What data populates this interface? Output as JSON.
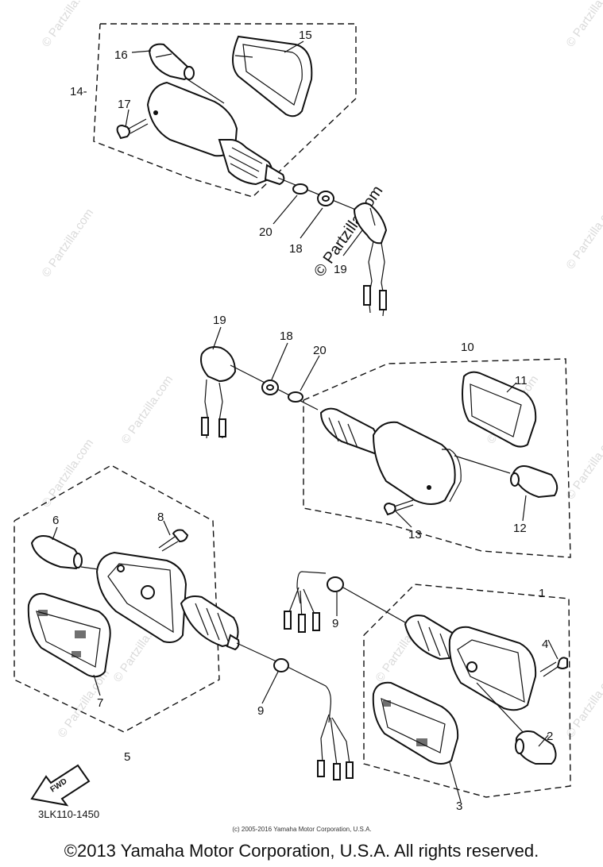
{
  "watermark": "© Partzilla.com",
  "callouts": {
    "c1": "1",
    "c2": "2",
    "c3": "3",
    "c4": "4",
    "c5": "5",
    "c6": "6",
    "c7": "7",
    "c8": "8",
    "c9a": "9",
    "c9b": "9",
    "c10": "10",
    "c11": "11",
    "c12": "12",
    "c13": "13",
    "c14": "14-",
    "c15": "15",
    "c16": "16",
    "c17": "17",
    "c18a": "18",
    "c18b": "18",
    "c19a": "19",
    "c19b": "19",
    "c20a": "20",
    "c20b": "20"
  },
  "forward_arrow_label": "FWD",
  "diagram_code": "3LK110-1450",
  "small_copyright": "(c) 2005-2016 Yamaha Motor Corporation, U.S.A.",
  "footer_copyright": "©2013 Yamaha Motor Corporation, U.S.A. All rights reserved."
}
